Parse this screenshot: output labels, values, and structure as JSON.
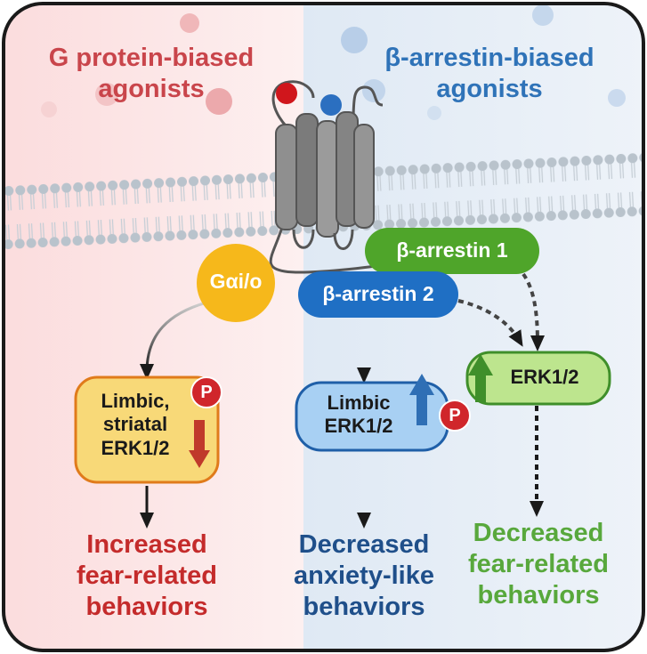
{
  "left_title": {
    "line1": "G protein-biased",
    "line2": "agonists"
  },
  "right_title": {
    "line1": "β-arrestin-biased",
    "line2": "agonists"
  },
  "nodes": {
    "galpha": "Gαi/o",
    "barr1": "β-arrestin 1",
    "barr2": "β-arrestin 2",
    "erk_striatal": {
      "line1": "Limbic,",
      "line2": "striatal",
      "line3": "ERK1/2"
    },
    "erk_limbic": {
      "line1": "Limbic",
      "line2": "ERK1/2"
    },
    "erk_right": "ERK1/2",
    "phospho": "P"
  },
  "outcomes": {
    "left": {
      "line1": "Increased",
      "line2": "fear-related",
      "line3": "behaviors"
    },
    "middle": {
      "line1": "Decreased",
      "line2": "anxiety-like",
      "line3": "behaviors"
    },
    "right": {
      "line1": "Decreased",
      "line2": "fear-related",
      "line3": "behaviors"
    }
  },
  "colors": {
    "g_protein": "#c9454b",
    "beta_arrestin": "#2f73b8",
    "galpha_fill": "#f6b81b",
    "barr1_fill": "#4fa52a",
    "barr2_fill": "#1f6fc4",
    "erk_striatal_fill": "#f8d978",
    "erk_limbic_fill": "#a8d0f3",
    "erk_right_fill": "#bde58e",
    "phospho_fill": "#d0262b",
    "down_arrow": "#c0392b",
    "up_arrow_blue": "#2f6fb5",
    "up_arrow_green": "#3f8f2a"
  }
}
